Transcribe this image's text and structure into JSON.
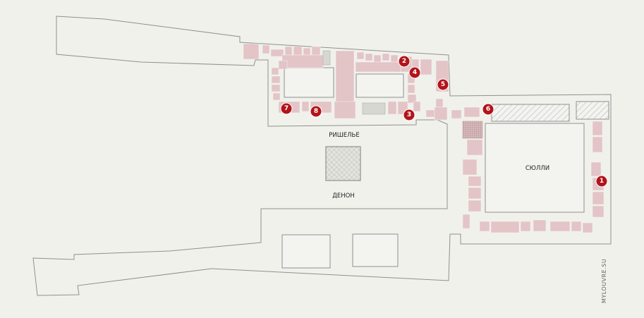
{
  "map": {
    "wings": {
      "richelieu": "РИШЕЛЬЕ",
      "denon": "ДЕНОН",
      "sully": "СЮЛЛИ"
    },
    "credit": "MYLOUVRE.SU",
    "markers": [
      {
        "id": "1",
        "label": "1"
      },
      {
        "id": "2",
        "label": "2"
      },
      {
        "id": "3",
        "label": "3"
      },
      {
        "id": "4",
        "label": "4"
      },
      {
        "id": "5",
        "label": "5"
      },
      {
        "id": "6",
        "label": "6"
      },
      {
        "id": "7",
        "label": "7"
      },
      {
        "id": "8",
        "label": "8"
      }
    ],
    "colors": {
      "background": "#f1f1ec",
      "rooms": "#e3c4c7",
      "outline": "#8f8f8f",
      "marker": "#b3131b"
    }
  }
}
